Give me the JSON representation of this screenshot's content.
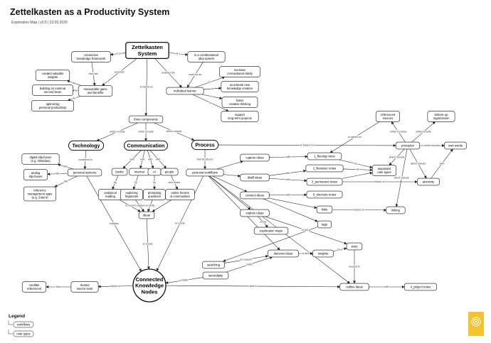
{
  "header": {
    "title": "Zettelkasten as a Productivity System",
    "subtitle": "Exploration Map | v0.5 | 22.05.2020"
  },
  "nodes": [
    {
      "id": "zk",
      "lines": [
        "Zettelkasten",
        "System"
      ],
      "bold": true
    },
    {
      "id": "connective",
      "lines": [
        "connective",
        "knowledge framework"
      ]
    },
    {
      "id": "combinational",
      "lines": [
        "is a combinational",
        "idea system"
      ]
    },
    {
      "id": "measurable",
      "lines": [
        "measurable gains",
        "and benefits"
      ]
    },
    {
      "id": "individual",
      "lines": [
        "individual learner"
      ]
    },
    {
      "id": "curated",
      "lines": [
        "curated valuable",
        "insights"
      ]
    },
    {
      "id": "external",
      "lines": [
        "building an external",
        "second brain"
      ]
    },
    {
      "id": "optimizing",
      "lines": [
        "optimizing",
        "personal productivity"
      ]
    },
    {
      "id": "increase",
      "lines": [
        "increase",
        "conceptional clarity"
      ]
    },
    {
      "id": "accelerate",
      "lines": [
        "accelerate new",
        "knowledge creation"
      ]
    },
    {
      "id": "foster",
      "lines": [
        "foster",
        "creative thinking"
      ]
    },
    {
      "id": "support",
      "lines": [
        "support",
        "long-term projects"
      ]
    },
    {
      "id": "three",
      "lines": [
        "three components"
      ]
    },
    {
      "id": "technology",
      "lines": [
        "Technology"
      ],
      "bold": true
    },
    {
      "id": "communication",
      "lines": [
        "Communication"
      ],
      "bold": true
    },
    {
      "id": "process",
      "lines": [
        "Process"
      ],
      "bold": true
    },
    {
      "id": "personal_systems",
      "lines": [
        "personal systems"
      ]
    },
    {
      "id": "digital_boxes",
      "lines": [
        "digital slip-boxes",
        "(e.g. Obsidian)"
      ]
    },
    {
      "id": "analog_boxes",
      "lines": [
        "analog",
        "slip-boxes"
      ]
    },
    {
      "id": "ref_apps",
      "lines": [
        "reference",
        "management apps",
        "(e.g. Zotero)"
      ]
    },
    {
      "id": "books",
      "lines": [
        "books"
      ]
    },
    {
      "id": "internet",
      "lines": [
        "Internet"
      ]
    },
    {
      "id": "ai",
      "lines": [
        "AI"
      ]
    },
    {
      "id": "people",
      "lines": [
        "people"
      ]
    },
    {
      "id": "analytical",
      "lines": [
        "analytical",
        "reading"
      ]
    },
    {
      "id": "exploring",
      "lines": [
        "exploring",
        "fragments"
      ]
    },
    {
      "id": "prompting",
      "lines": [
        "prompting",
        "questions"
      ]
    },
    {
      "id": "forums",
      "lines": [
        "online forums",
        "& communities"
      ]
    },
    {
      "id": "ideas",
      "lines": [
        "ideas"
      ]
    },
    {
      "id": "workflows",
      "lines": [
        "personal workflows"
      ]
    },
    {
      "id": "capture",
      "lines": [
        "capture ideas"
      ]
    },
    {
      "id": "distill",
      "lines": [
        "distill ideas"
      ]
    },
    {
      "id": "connect",
      "lines": [
        "connect ideas"
      ]
    },
    {
      "id": "explore",
      "lines": [
        "explore ideas"
      ]
    },
    {
      "id": "exploration_maps",
      "lines": [
        "exploration maps"
      ]
    },
    {
      "id": "fleeting",
      "lines": [
        "1_fleeting notes"
      ]
    },
    {
      "id": "literature",
      "lines": [
        "2_literature notes"
      ]
    },
    {
      "id": "permanent",
      "lines": [
        "3_permanent notes"
      ]
    },
    {
      "id": "structure",
      "lines": [
        "5_structure notes"
      ]
    },
    {
      "id": "separated",
      "lines": [
        "separated",
        "note types"
      ]
    },
    {
      "id": "links",
      "lines": [
        "links"
      ]
    },
    {
      "id": "tags",
      "lines": [
        "tags"
      ]
    },
    {
      "id": "linking",
      "lines": [
        "linking"
      ]
    },
    {
      "id": "referenced",
      "lines": [
        "referenced",
        "sources"
      ]
    },
    {
      "id": "bottomup",
      "lines": [
        "bottom-up",
        "organization"
      ]
    },
    {
      "id": "principles",
      "lines": [
        "principles"
      ]
    },
    {
      "id": "ownwords",
      "lines": [
        "own words"
      ]
    },
    {
      "id": "atomicity",
      "lines": [
        "atomicity"
      ]
    },
    {
      "id": "story",
      "lines": [
        "story"
      ]
    },
    {
      "id": "discover",
      "lines": [
        "discover ideas"
      ]
    },
    {
      "id": "insights",
      "lines": [
        "insights"
      ]
    },
    {
      "id": "searching",
      "lines": [
        "searching"
      ]
    },
    {
      "id": "serendipity",
      "lines": [
        "serendipity"
      ]
    },
    {
      "id": "outline",
      "lines": [
        "outline ideas"
      ]
    },
    {
      "id": "project",
      "lines": [
        "4_project notes"
      ]
    },
    {
      "id": "ckn",
      "lines": [
        "Connected",
        "Knowledge",
        "Nodes"
      ],
      "bold": true
    },
    {
      "id": "trusted",
      "lines": [
        "trusted",
        "source texts"
      ]
    },
    {
      "id": "credible",
      "lines": [
        "credible",
        "referenced"
      ]
    }
  ],
  "edge_labels": [
    {
      "id": "e1",
      "text": "is a"
    },
    {
      "id": "e2",
      "text": "is a"
    },
    {
      "id": "e3",
      "text": "that has"
    },
    {
      "id": "e4",
      "text": "provides"
    },
    {
      "id": "e5",
      "text": "enables the"
    },
    {
      "id": "e6",
      "text": "used by an"
    },
    {
      "id": "e7",
      "text": "by"
    },
    {
      "id": "e8",
      "text": "by"
    },
    {
      "id": "e9",
      "text": "by"
    },
    {
      "id": "e10",
      "text": "to"
    },
    {
      "id": "e11",
      "text": "to"
    },
    {
      "id": "e12",
      "text": "to"
    },
    {
      "id": "e13",
      "text": "to"
    },
    {
      "id": "e14",
      "text": "is based on"
    },
    {
      "id": "e15",
      "text": "which include"
    },
    {
      "id": "e16",
      "text": "which include"
    },
    {
      "id": "e17",
      "text": "which include"
    },
    {
      "id": "e18",
      "text": "contained in"
    },
    {
      "id": "e19",
      "text": "like"
    },
    {
      "id": "e20",
      "text": "like"
    },
    {
      "id": "e21",
      "text": "like"
    },
    {
      "id": "e22",
      "text": "with"
    },
    {
      "id": "e23",
      "text": "with"
    },
    {
      "id": "e24",
      "text": "with"
    },
    {
      "id": "e25",
      "text": "with"
    },
    {
      "id": "e26",
      "text": "by"
    },
    {
      "id": "e27",
      "text": "by"
    },
    {
      "id": "e28",
      "text": "by"
    },
    {
      "id": "e29",
      "text": "who share"
    },
    {
      "id": "e30",
      "text": "to avoid"
    },
    {
      "id": "e31",
      "text": "to capture"
    },
    {
      "id": "e32",
      "text": "to verify"
    },
    {
      "id": "e33",
      "text": "to create"
    },
    {
      "id": "e34",
      "text": "that structures"
    },
    {
      "id": "e35",
      "text": "is based on"
    },
    {
      "id": "e36",
      "text": "with"
    },
    {
      "id": "e37",
      "text": "with"
    },
    {
      "id": "e38",
      "text": "with"
    },
    {
      "id": "e39",
      "text": "with"
    },
    {
      "id": "e40",
      "text": "as"
    },
    {
      "id": "e41",
      "text": "as"
    },
    {
      "id": "e42",
      "text": "based on"
    },
    {
      "id": "e43",
      "text": "based on"
    },
    {
      "id": "e44",
      "text": "using"
    },
    {
      "id": "e45",
      "text": "to tell a"
    },
    {
      "id": "e46",
      "text": "to find"
    },
    {
      "id": "e47",
      "text": "by a"
    },
    {
      "id": "e48",
      "text": "needed to"
    },
    {
      "id": "e49",
      "text": "to support"
    },
    {
      "id": "e50",
      "text": "online"
    },
    {
      "id": "e51",
      "text": "enable"
    },
    {
      "id": "e52",
      "text": "used to"
    },
    {
      "id": "e53",
      "text": "with"
    },
    {
      "id": "e54",
      "text": "based on"
    },
    {
      "id": "e55",
      "text": "from"
    },
    {
      "id": "e56",
      "text": "enables"
    },
    {
      "id": "e57",
      "text": "to create"
    },
    {
      "id": "e58",
      "text": "which includes"
    },
    {
      "id": "e59",
      "text": "which include"
    },
    {
      "id": "e60",
      "text": "which include"
    },
    {
      "id": "e61",
      "text": "which include"
    },
    {
      "id": "e62",
      "text": "which include"
    },
    {
      "id": "e63",
      "text": "which include"
    },
    {
      "id": "e64",
      "text": "with"
    },
    {
      "id": "e65",
      "text": "as"
    },
    {
      "id": "e66",
      "text": "is based on"
    }
  ],
  "legend": {
    "title": "Legend",
    "items": [
      "workflows",
      "note types"
    ]
  },
  "colors": {
    "line": "#222222",
    "node_border": "#111111",
    "node_fill": "#ffffff",
    "logo": "#f4c430"
  }
}
